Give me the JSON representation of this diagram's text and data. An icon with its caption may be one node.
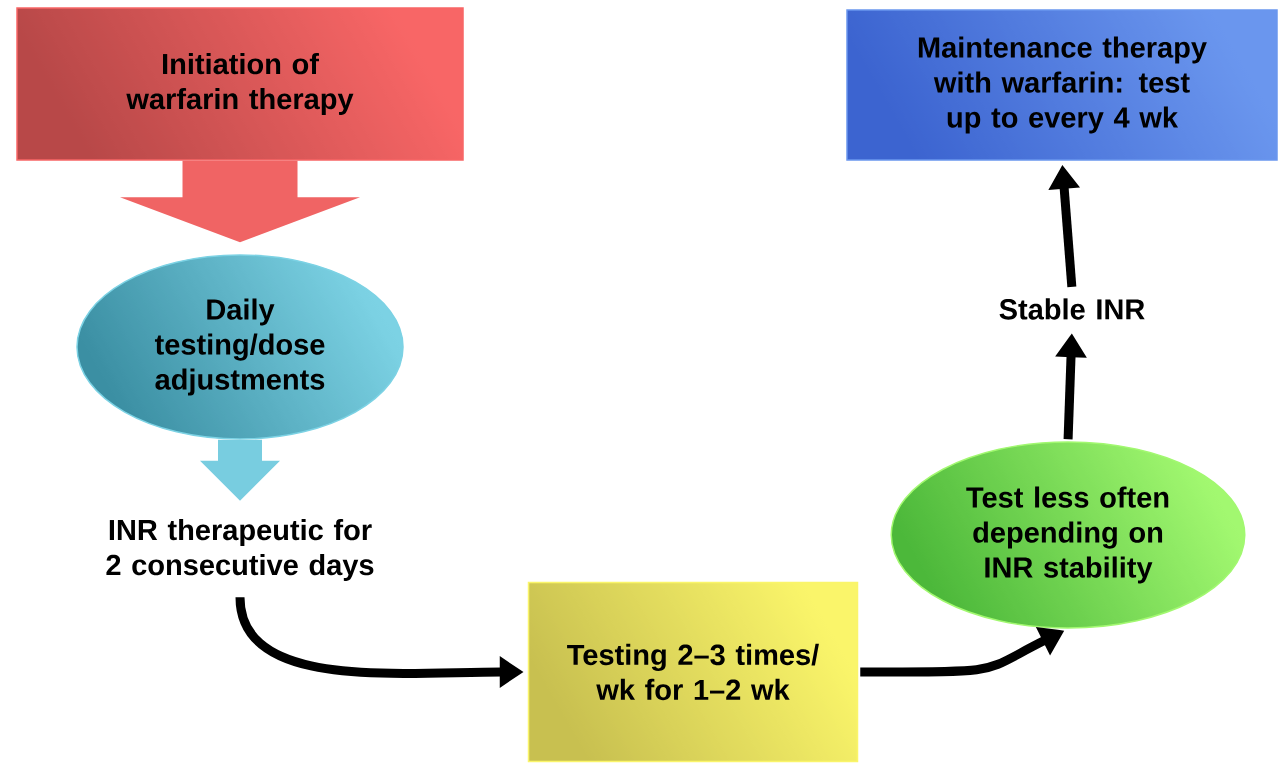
{
  "diagram": {
    "nodes": [
      {
        "text": [
          "Initiation of warfarin therapy"
        ]
      },
      {
        "text": [
          "Daily testing/dose adjustments"
        ]
      },
      {
        "text": [
          "INR therapeutic for 2 consecutive days"
        ]
      },
      {
        "text": [
          "Testing 2–3 times/ wk for 1–2 wk"
        ]
      },
      {
        "text": [
          "Test less often depending on INR stability"
        ]
      },
      {
        "text": [
          "Stable INR"
        ]
      },
      {
        "text": [
          "Maintenance therapy with warfarin: test up to every 4 wk"
        ]
      }
    ],
    "edges": [
      {
        "from": 0,
        "to": 1,
        "arrow": "to",
        "style": "thick",
        "color": "#f06464"
      },
      {
        "from": 1,
        "to": 2,
        "arrow": "to",
        "style": "thick",
        "color": "#78cde0"
      },
      {
        "from": 2,
        "to": 3,
        "arrow": "to"
      },
      {
        "from": 3,
        "to": 4,
        "arrow": "to"
      },
      {
        "from": 4,
        "to": 5,
        "arrow": "to"
      },
      {
        "from": 5,
        "to": 6,
        "arrow": "to"
      }
    ]
  }
}
